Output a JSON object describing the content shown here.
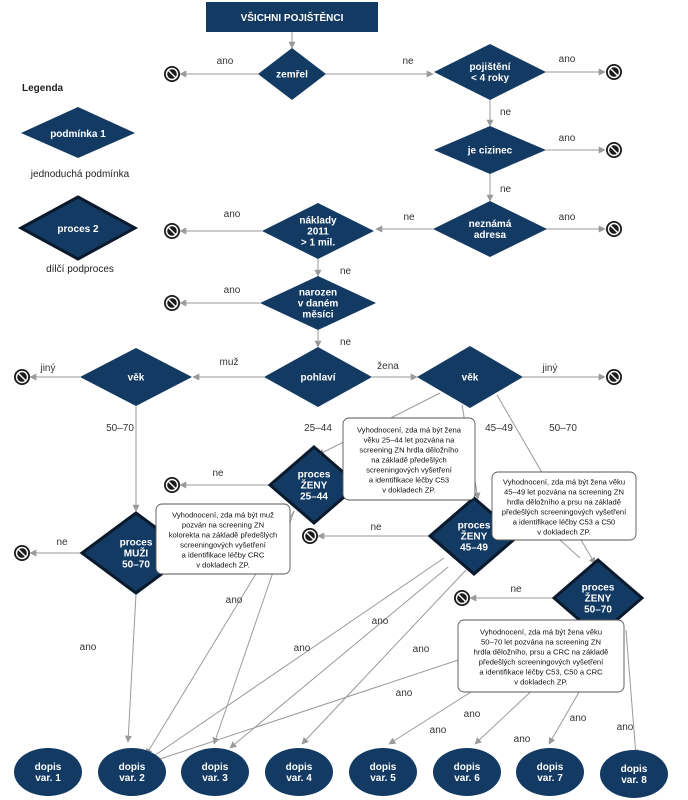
{
  "colors": {
    "node_fill": "#123a63",
    "line": "#9a9a9a",
    "end_symbol": "#1a1a1a"
  },
  "header": {
    "title": "VŠICHNI POJIŠTĚNCI"
  },
  "legend": {
    "title": "Legenda",
    "condition_shape_label": "podmínka 1",
    "condition_caption": "jednoduchá podmínka",
    "process_shape_label": "proces 2",
    "process_caption": "dílčí podproces"
  },
  "nodes": {
    "zemrel": [
      "zemřel"
    ],
    "pojisteni": [
      "pojištění",
      "< 4 roky"
    ],
    "cizinec": [
      "je cizinec"
    ],
    "adresa": [
      "neznámá",
      "adresa"
    ],
    "naklady": [
      "náklady",
      "2011",
      "> 1 mil."
    ],
    "narozen": [
      "narozen",
      "v daném",
      "měsíci"
    ],
    "pohlavi": [
      "pohlaví"
    ],
    "vek_m": [
      "věk"
    ],
    "vek_z": [
      "věk"
    ],
    "proc_z1": [
      "proces",
      "ŽENY",
      "25–44"
    ],
    "proc_z2": [
      "proces",
      "ŽENY",
      "45–49"
    ],
    "proc_z3": [
      "proces",
      "ŽENY",
      "50–70"
    ],
    "proc_m": [
      "proces",
      "MUŽI",
      "50–70"
    ]
  },
  "letters": [
    [
      "dopis",
      "var. 1"
    ],
    [
      "dopis",
      "var. 2"
    ],
    [
      "dopis",
      "var. 3"
    ],
    [
      "dopis",
      "var. 4"
    ],
    [
      "dopis",
      "var. 5"
    ],
    [
      "dopis",
      "var. 6"
    ],
    [
      "dopis",
      "var. 7"
    ],
    [
      "dopis",
      "var. 8"
    ]
  ],
  "edge_labels": {
    "ano": "ano",
    "ne": "ne",
    "jiny": "jiný",
    "muz": "muž",
    "zena": "žena",
    "age_50_70": "50–70",
    "age_25_44": "25–44",
    "age_45_49": "45–49"
  },
  "callouts": {
    "z1": [
      "Vyhodnocení, zda má být žena",
      "věku 25–44 let pozvána na",
      "screening ZN hrdla děložního",
      "na základě předešlých",
      "screeningových vyšetření",
      "a identifikace léčby C53",
      "v dokladech ZP."
    ],
    "m": [
      "Vyhodnocení, zda má být muž",
      "pozván na screening ZN",
      "kolorekta na základě předešlých",
      "screeningových vyšetření",
      "a identifikace léčby CRC",
      "v dokladech ZP."
    ],
    "z2": [
      "Vyhodnocení, zda má být žena věku",
      "45–49 let pozvána na screening ZN",
      "hrdla děložního a prsu na základě",
      "předešlých screeningových vyšetření",
      "a identifikace léčby C53 a C50",
      "v dokladech ZP."
    ],
    "z3": [
      "Vyhodnocení, zda má být žena věku",
      "50–70 let pozvána na screening ZN",
      "hrdla děložního, prsu a CRC na základě",
      "předešlých screeningových vyšetření",
      "a identifikace léčby C53, C50 a CRC",
      "v dokladech ZP."
    ]
  }
}
